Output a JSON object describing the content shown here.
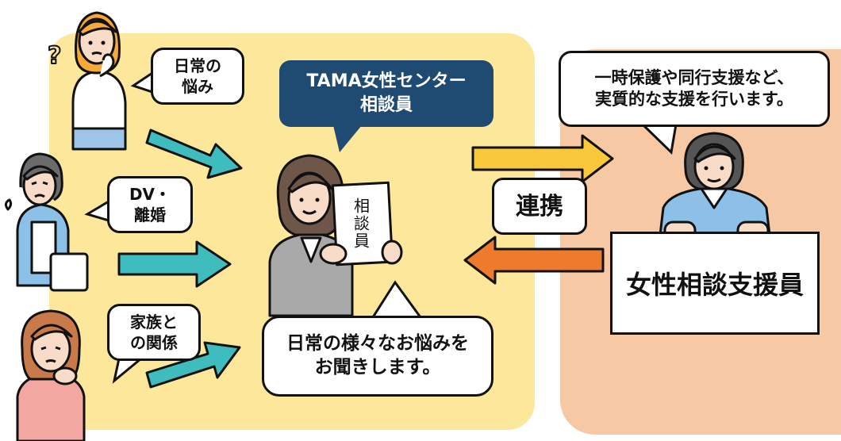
{
  "clients": [
    {
      "id": "worry",
      "bubble": "日常の\n悩み"
    },
    {
      "id": "dv",
      "bubble": "DV・\n離婚"
    },
    {
      "id": "family",
      "bubble": "家族と\nの関係"
    }
  ],
  "center": {
    "title": "TAMA女性センター\n相談員",
    "board": "相談員",
    "message": "日常の様々なお悩みを\nお聞きします。"
  },
  "link_label": "連携",
  "support": {
    "bubble": "一時保護や同行支援など、\n実質的な支援を行います。",
    "sign": "女性相談支援員"
  },
  "colors": {
    "left_panel": "#fde79a",
    "right_panel": "#f6c8a4",
    "title_box": "#1f4a72",
    "arrow_teal": "#3fbcbe",
    "arrow_yellow": "#f8c73c",
    "arrow_orange": "#ee7b2b"
  }
}
